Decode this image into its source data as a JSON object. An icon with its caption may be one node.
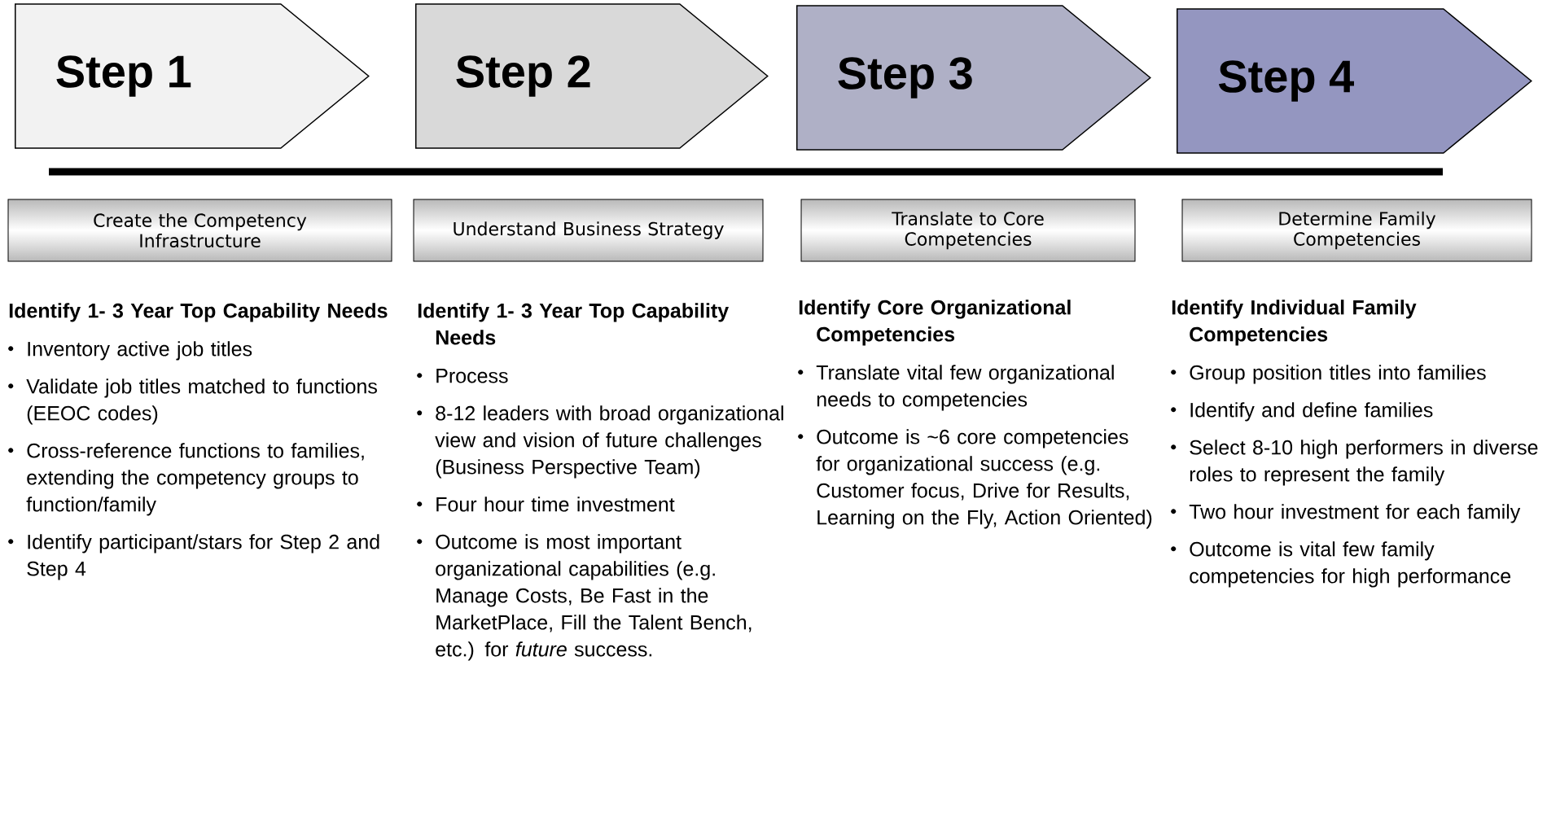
{
  "diagram": {
    "nodes": [
      {
        "text": [
          "Step 1"
        ]
      },
      {
        "text": [
          "Step 2"
        ]
      },
      {
        "text": [
          "Step 3"
        ]
      },
      {
        "text": [
          "Step 4"
        ]
      },
      {
        "text": [
          "Create the Competency Infrastructure"
        ]
      },
      {
        "text": [
          "Understand Business Strategy"
        ]
      },
      {
        "text": [
          "Translate to Core Competencies"
        ]
      },
      {
        "text": [
          "Determine Family Competencies"
        ]
      }
    ],
    "labels": [
      "Identify 1- 3 Year Top Capability Needs",
      "Inventory active job titles",
      "Validate job titles matched to functions (EEOC codes)",
      "Cross-reference functions to families, extending the competency groups to function/family",
      "Identify participant/stars for Step 2 and Step 4",
      "Identify 1- 3 Year Top Capability Needs",
      "Process",
      "8-12 leaders with broad organizational view and vision of future challenges (Business Perspective Team)",
      "Four hour  time investment",
      "Outcome is most important organizational capabilities (e.g. Manage Costs, Be Fast in the MarketPlace, Fill the Talent Bench, etc.) for *future* success.",
      "Identify Core Organizational Competencies",
      "Translate vital few organizational needs to competencies",
      "Outcome is ~6 core competencies for organizational success (e.g. Customer focus, Drive for Results, Learning on the Fly, Action Oriented)",
      "Identify Individual Family Competencies",
      "Group position titles into families",
      "Identify and define families",
      "Select 8-10 high performers in diverse roles to represent the family",
      "Two hour investment for each family",
      "Outcome is vital few  family competencies for high performance"
    ]
  }
}
